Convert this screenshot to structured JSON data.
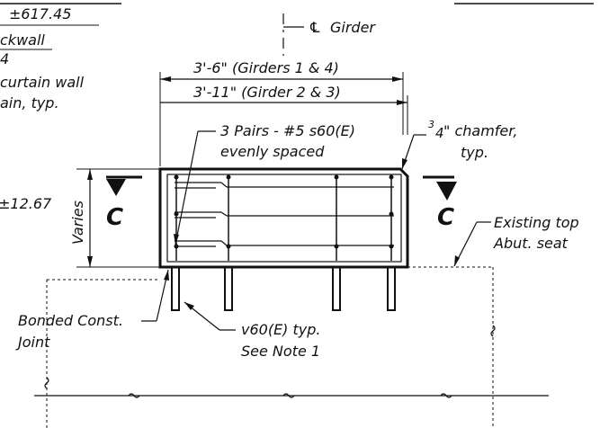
{
  "labels": {
    "elev_top": "±617.45",
    "backwall_partial": "ckwall",
    "backwall_sub": "4",
    "curtain_wall": "curtain wall",
    "curtain_wall_2": "ain, typ.",
    "elev_side": "±12.67",
    "girder": "Girder",
    "centerline_symbol": "℄",
    "dim_girders_1_4": "3'-6\" (Girders 1 & 4)",
    "dim_girders_2_3": "3'-11\" (Girder 2 & 3)",
    "pairs_line1": "3 Pairs  -  #5 s60(E)",
    "pairs_line2": "evenly spaced",
    "chamfer_num": "3",
    "chamfer_den": "4",
    "chamfer_text": "\" chamfer,",
    "chamfer_typ": "typ.",
    "varies": "Varies",
    "section_left": "C",
    "section_right": "C",
    "existing_top": "Existing top",
    "abut_seat": "Abut. seat",
    "bonded_joint": "Bonded Const.",
    "joint": "Joint",
    "v60": "v60(E) typ.",
    "see_note": "See Note 1"
  }
}
